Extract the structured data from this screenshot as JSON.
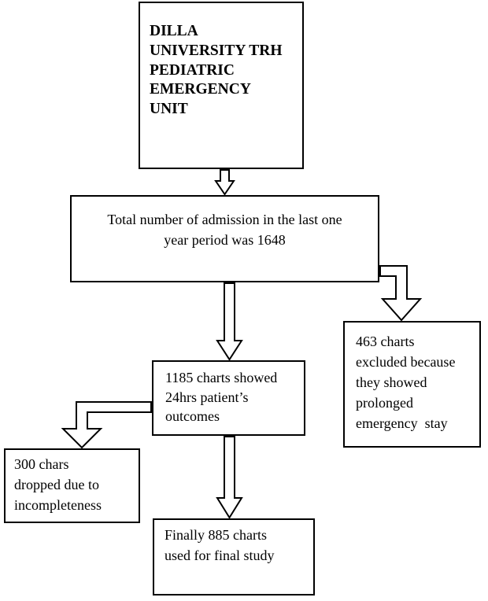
{
  "diagram": {
    "nodes": {
      "unit": {
        "lines": [
          "DILLA",
          "UNIVERSITY TRH",
          "PEDIATRIC",
          "EMERGENCY",
          "UNIT"
        ]
      },
      "total": {
        "lines": [
          "Total number of admission in the last one",
          "year period was 1648"
        ]
      },
      "excluded": {
        "lines": [
          "463 charts",
          "excluded because",
          "they showed",
          "prolonged",
          "emergency  stay"
        ]
      },
      "showed": {
        "lines": [
          "1185 charts showed",
          "24hrs patient’s",
          "outcomes"
        ]
      },
      "dropped": {
        "lines": [
          "300 chars",
          "dropped due to",
          "incompleteness"
        ]
      },
      "final": {
        "lines": [
          "Finally 885 charts",
          "used for final study"
        ]
      }
    },
    "edges": [
      {
        "from": "unit",
        "to": "total"
      },
      {
        "from": "total",
        "to": "showed"
      },
      {
        "from": "total",
        "to": "excluded"
      },
      {
        "from": "showed",
        "to": "dropped"
      },
      {
        "from": "showed",
        "to": "final"
      }
    ],
    "colors": {
      "stroke": "#000000",
      "background": "#ffffff"
    }
  }
}
